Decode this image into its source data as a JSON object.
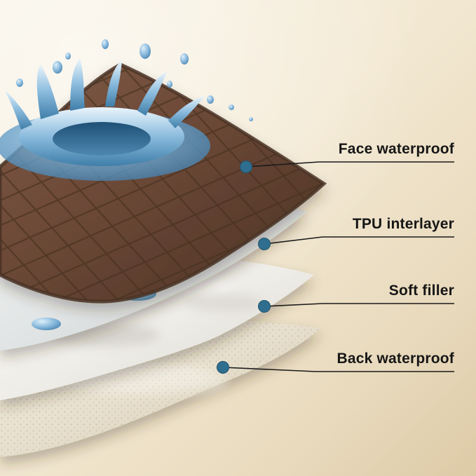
{
  "diagram": {
    "type": "layered-product-diagram",
    "labels": [
      {
        "id": "face-waterproof",
        "text": "Face waterproof"
      },
      {
        "id": "tpu-interlayer",
        "text": "TPU interlayer"
      },
      {
        "id": "soft-filler",
        "text": "Soft filler"
      },
      {
        "id": "back-waterproof",
        "text": "Back waterproof"
      }
    ]
  },
  "colors": {
    "background": "#f3e9d3",
    "callout_dot": "#2f6e8e",
    "leader_line": "#1a1a1a",
    "face_layer_brown": "#6b4836",
    "water_blue": "#5b97c4",
    "label_text": "#161616"
  }
}
